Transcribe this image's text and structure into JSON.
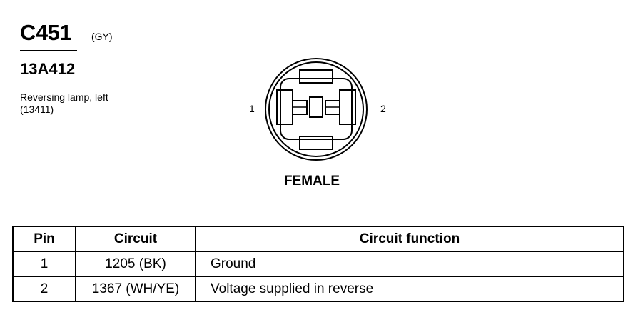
{
  "connector": {
    "id": "C451",
    "color_code": "(GY)",
    "part_number": "13A412",
    "description_line1": "Reversing lamp, left",
    "description_line2": "(13411)",
    "gender": "FEMALE",
    "pin_labels": [
      "1",
      "2"
    ]
  },
  "table": {
    "headers": {
      "pin": "Pin",
      "circuit": "Circuit",
      "function": "Circuit function"
    },
    "rows": [
      {
        "pin": "1",
        "circuit": "1205 (BK)",
        "function": "Ground"
      },
      {
        "pin": "2",
        "circuit": "1367 (WH/YE)",
        "function": "Voltage supplied in reverse"
      }
    ]
  }
}
